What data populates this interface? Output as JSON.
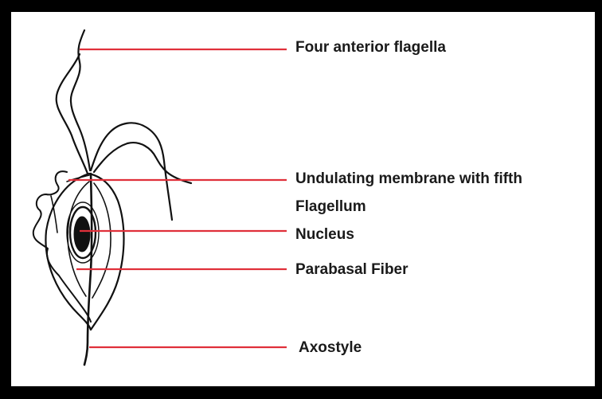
{
  "colors": {
    "frame": "#000000",
    "background": "#ffffff",
    "leader_line": "#e0303a",
    "ink": "#111111"
  },
  "labels": {
    "four_anterior_flagella": "Four anterior flagella",
    "undulating_membrane_line1": "Undulating membrane with fifth",
    "undulating_membrane_line2": "Flagellum",
    "nucleus": "Nucleus",
    "parabasal_fiber": "Parabasal Fiber",
    "axostyle": "Axostyle"
  }
}
